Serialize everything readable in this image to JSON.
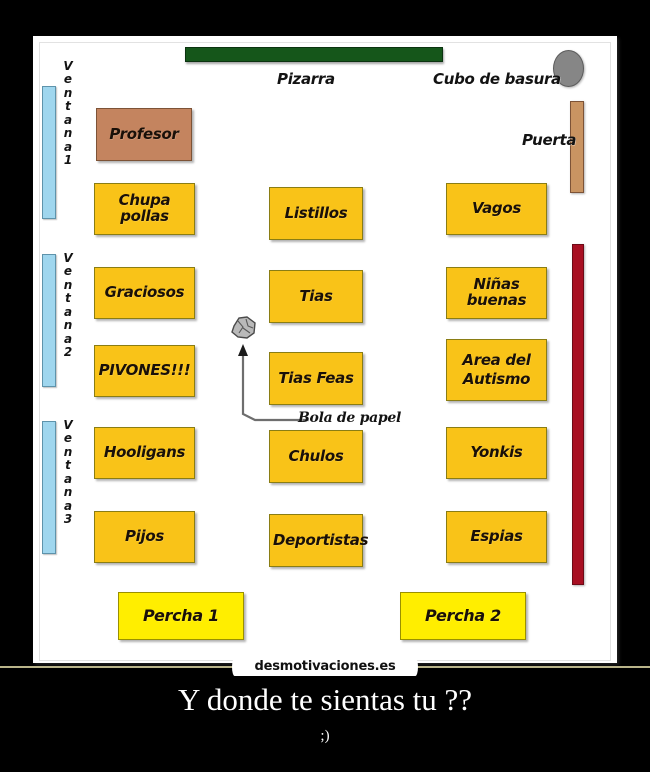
{
  "poster": {
    "caption_main": "Y donde te sientas tu ??",
    "caption_sub": ";)",
    "watermark": "desmotivaciones.es",
    "background_color": "#000000",
    "caption_color": "#ffffff"
  },
  "map": {
    "background_color": "#ffffff",
    "fixtures": {
      "blackboard": {
        "label": "Pizarra",
        "color": "#15561a"
      },
      "trash": {
        "label": "Cubo de basura",
        "color": "#868686"
      },
      "door": {
        "label": "Puerta",
        "color": "#c99462"
      },
      "red_wall": {
        "color": "#a80f22"
      },
      "paper_ball": {
        "label": "Bola de papel",
        "color": "#9a9a9a"
      }
    },
    "windows": [
      {
        "label_letters": [
          "V",
          "e",
          "n",
          "t",
          "a",
          "n",
          "a",
          "1"
        ],
        "color": "#9fd6ee"
      },
      {
        "label_letters": [
          "V",
          "e",
          "n",
          "t",
          "a",
          "n",
          "a",
          "2"
        ],
        "color": "#9fd6ee"
      },
      {
        "label_letters": [
          "V",
          "e",
          "n",
          "t",
          "a",
          "n",
          "a",
          "3"
        ],
        "color": "#9fd6ee"
      }
    ],
    "teacher_desk": {
      "label": "Profesor",
      "color": "#c4845f"
    },
    "columns": {
      "left": [
        {
          "label": "Chupa pollas"
        },
        {
          "label": "Graciosos"
        },
        {
          "label": "PIVONES!!!"
        },
        {
          "label": "Hooligans"
        },
        {
          "label": "Pijos"
        }
      ],
      "middle": [
        {
          "label": "Listillos"
        },
        {
          "label": "Tias"
        },
        {
          "label": "Tias Feas"
        },
        {
          "label": "Chulos"
        },
        {
          "label": "Deportistas"
        }
      ],
      "right": [
        {
          "label": "Vagos"
        },
        {
          "label": "Niñas buenas"
        },
        {
          "label": "Area del\nAutismo",
          "line1": "Area del",
          "line2": "Autismo"
        },
        {
          "label": "Yonkis"
        },
        {
          "label": "Espias"
        }
      ]
    },
    "perchas": [
      {
        "label": "Percha 1",
        "color": "#ffee00"
      },
      {
        "label": "Percha 2",
        "color": "#ffee00"
      }
    ]
  }
}
